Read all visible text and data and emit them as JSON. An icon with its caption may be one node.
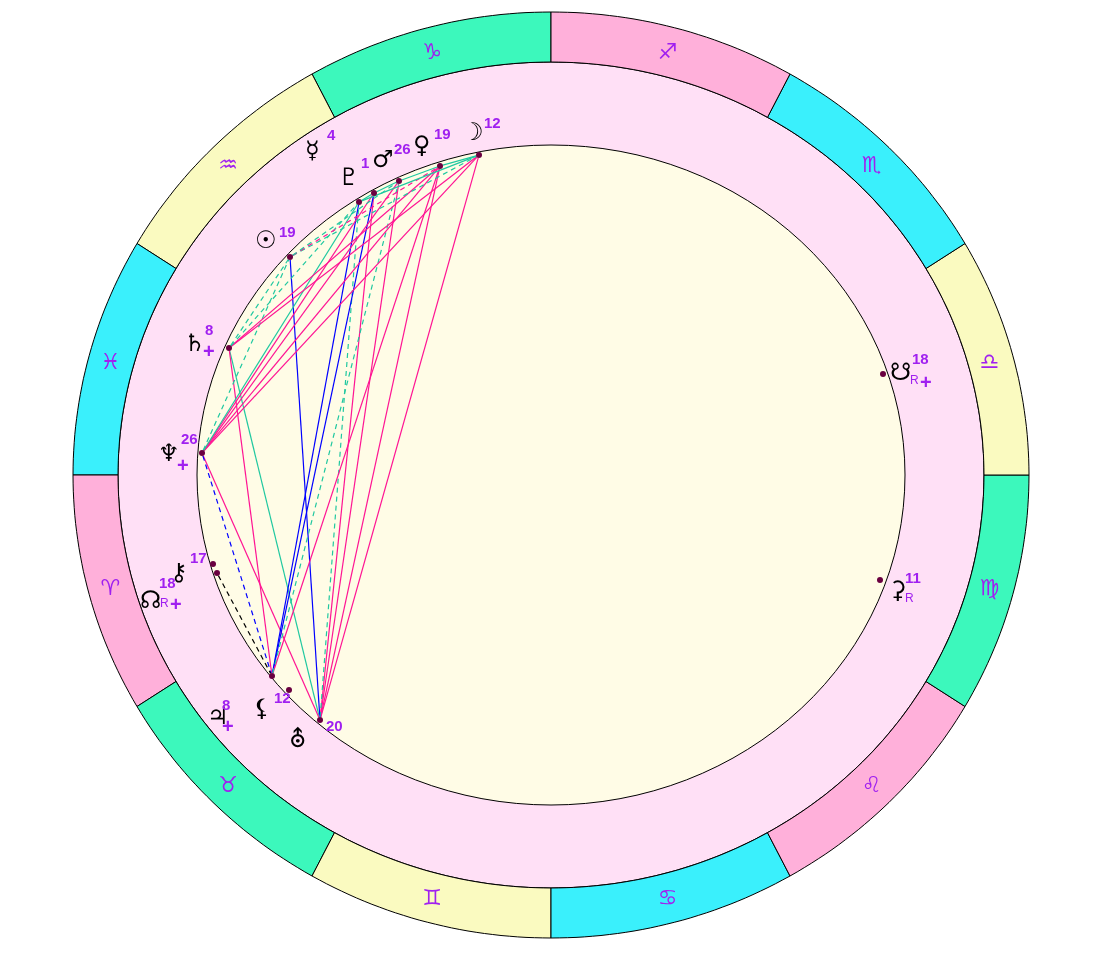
{
  "diagram": {
    "nodes": [
      {
        "text": [
          "♑"
        ]
      },
      {
        "text": [
          "♒"
        ]
      },
      {
        "text": [
          "♓"
        ]
      },
      {
        "text": [
          "♈"
        ]
      },
      {
        "text": [
          "♉"
        ]
      },
      {
        "text": [
          "♊"
        ]
      },
      {
        "text": [
          "♋"
        ]
      },
      {
        "text": [
          "♌"
        ]
      },
      {
        "text": [
          "♍"
        ]
      },
      {
        "text": [
          "♎"
        ]
      },
      {
        "text": [
          "♏"
        ]
      },
      {
        "text": [
          "♐"
        ]
      },
      {
        "text": [],
        "shape": "circle",
        "beside": [
          "☿",
          "4"
        ]
      },
      {
        "text": [],
        "shape": "circle",
        "beside": [
          "♇",
          "1"
        ]
      },
      {
        "text": [],
        "shape": "circle",
        "beside": [
          "♂",
          "26"
        ]
      },
      {
        "text": [],
        "shape": "circle",
        "beside": [
          "♀",
          "19"
        ]
      },
      {
        "text": [],
        "shape": "circle",
        "beside": [
          "☽",
          "12"
        ]
      },
      {
        "text": [],
        "shape": "circle",
        "beside": [
          "☉",
          "19"
        ]
      },
      {
        "text": [],
        "shape": "circle",
        "beside": [
          "♄",
          "8",
          "+"
        ]
      },
      {
        "text": [],
        "shape": "circle",
        "beside": [
          "♆",
          "26",
          "+"
        ]
      },
      {
        "text": [],
        "shape": "circle",
        "beside": [
          "⚷",
          "17"
        ]
      },
      {
        "text": [],
        "shape": "circle",
        "beside": [
          "☊",
          "18",
          "R",
          "+"
        ]
      },
      {
        "text": [],
        "shape": "circle",
        "beside": [
          "♃",
          "8",
          "+"
        ]
      },
      {
        "text": [],
        "shape": "circle",
        "beside": [
          "⚸",
          "12"
        ]
      },
      {
        "text": [],
        "shape": "circle",
        "beside": [
          "⛢",
          "20"
        ]
      },
      {
        "text": [],
        "shape": "circle",
        "beside": [
          "☋",
          "18",
          "R",
          "+"
        ]
      },
      {
        "text": [],
        "shape": "circle",
        "beside": [
          "⚳",
          "11",
          "R"
        ]
      }
    ],
    "edges": [
      {
        "from": 24,
        "to": 16,
        "arrow": "none"
      },
      {
        "from": 24,
        "to": 15,
        "arrow": "none"
      },
      {
        "from": 24,
        "to": 14,
        "arrow": "none"
      },
      {
        "from": 24,
        "to": 13,
        "arrow": "none"
      },
      {
        "from": 24,
        "to": 12,
        "arrow": "none",
        "style": "dashed",
        "color": "#20c8a0"
      },
      {
        "from": 17,
        "to": 24,
        "arrow": "none",
        "color": "#0000ff"
      },
      {
        "from": 18,
        "to": 24,
        "arrow": "none",
        "color": "#20c8a0"
      },
      {
        "from": 19,
        "to": 24,
        "arrow": "none"
      },
      {
        "from": 22,
        "to": 12,
        "arrow": "none",
        "color": "#0000ff"
      },
      {
        "from": 22,
        "to": 13,
        "arrow": "none",
        "color": "#0000ff"
      },
      {
        "from": 18,
        "to": 22,
        "arrow": "none"
      },
      {
        "from": 19,
        "to": 22,
        "arrow": "none",
        "style": "dashed",
        "color": "#0000ff"
      },
      {
        "from": 21,
        "to": 22,
        "arrow": "none",
        "style": "dashed",
        "color": "#000000"
      },
      {
        "from": 22,
        "to": 15,
        "arrow": "none"
      },
      {
        "from": 22,
        "to": 14,
        "arrow": "none",
        "style": "dashed",
        "color": "#20c8a0"
      },
      {
        "from": 19,
        "to": 16,
        "arrow": "none"
      },
      {
        "from": 19,
        "to": 15,
        "arrow": "none"
      },
      {
        "from": 19,
        "to": 14,
        "arrow": "none"
      },
      {
        "from": 19,
        "to": 13,
        "arrow": "none"
      },
      {
        "from": 19,
        "to": 12,
        "arrow": "none",
        "color": "#20c8a0"
      },
      {
        "from": 19,
        "to": 17,
        "arrow": "none",
        "style": "dashed",
        "color": "#20c8a0"
      },
      {
        "from": 18,
        "to": 16,
        "arrow": "none"
      },
      {
        "from": 18,
        "to": 15,
        "arrow": "none"
      },
      {
        "from": 18,
        "to": 12,
        "arrow": "none",
        "style": "dashed",
        "color": "#20c8a0"
      },
      {
        "from": 18,
        "to": 17,
        "arrow": "none",
        "style": "dashed",
        "color": "#20c8a0"
      },
      {
        "from": 17,
        "to": 16,
        "arrow": "none",
        "style": "dashed",
        "color": "#20c8a0"
      },
      {
        "from": 17,
        "to": 15,
        "arrow": "none",
        "style": "dashed"
      },
      {
        "from": 17,
        "to": 14,
        "arrow": "none",
        "style": "dashed",
        "color": "#20c8a0"
      },
      {
        "from": 12,
        "to": 13,
        "arrow": "none",
        "color": "#20c8a0"
      },
      {
        "from": 13,
        "to": 14,
        "arrow": "none",
        "color": "#20c8a0"
      },
      {
        "from": 14,
        "to": 15,
        "arrow": "none",
        "color": "#20c8a0"
      },
      {
        "from": 15,
        "to": 16,
        "arrow": "none",
        "color": "#20c8a0"
      },
      {
        "from": 12,
        "to": 16,
        "arrow": "none",
        "color": "#20c8a0"
      }
    ]
  }
}
